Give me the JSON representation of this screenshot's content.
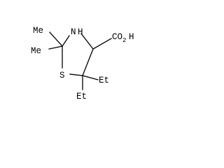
{
  "molecule": {
    "atoms": {
      "n": "N",
      "h": "H",
      "s": "S",
      "carboxyl": "CO",
      "carboxyl_h": "H",
      "carboxyl_sub": "2",
      "methyl_upper": "Me",
      "methyl_lower": "Me",
      "ethyl_right": "Et",
      "ethyl_lower": "Et"
    }
  }
}
